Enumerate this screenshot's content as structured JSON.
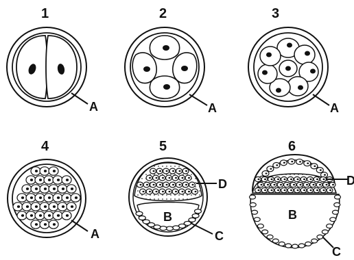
{
  "stages": [
    {
      "number": "1",
      "callouts": [
        "A"
      ]
    },
    {
      "number": "2",
      "callouts": [
        "A"
      ]
    },
    {
      "number": "3",
      "callouts": [
        "A"
      ]
    },
    {
      "number": "4",
      "callouts": [
        "A"
      ]
    },
    {
      "number": "5",
      "callouts": [
        "D",
        "B",
        "C"
      ]
    },
    {
      "number": "6",
      "callouts": [
        "D",
        "B",
        "C"
      ]
    }
  ],
  "colors": {
    "ink": "#111111",
    "paper": "#ffffff",
    "shade": "#d9d9d9"
  }
}
